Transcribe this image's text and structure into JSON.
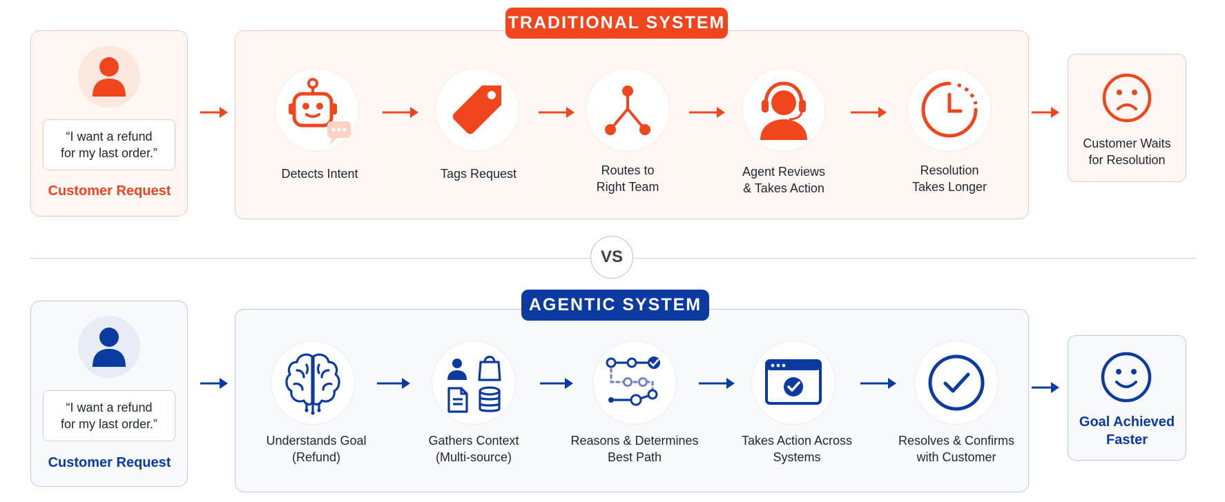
{
  "traditional": {
    "title": "TRADITIONAL SYSTEM",
    "request": {
      "quote_line1": "“I want a refund",
      "quote_line2": "for my last order.”",
      "label": "Customer Request"
    },
    "steps": [
      {
        "icon": "robot-chat-icon",
        "line1": "Detects Intent",
        "line2": ""
      },
      {
        "icon": "tag-icon",
        "line1": "Tags Request",
        "line2": ""
      },
      {
        "icon": "routing-fork-icon",
        "line1": "Routes to",
        "line2": "Right Team"
      },
      {
        "icon": "headset-agent-icon",
        "line1": "Agent Reviews",
        "line2": "& Takes Action"
      },
      {
        "icon": "clock-icon",
        "line1": "Resolution",
        "line2": "Takes Longer"
      }
    ],
    "outcome": {
      "icon": "sad-face-icon",
      "line1": "Customer Waits",
      "line2": "for Resolution"
    },
    "accent": "#f1451d"
  },
  "vs_label": "VS",
  "agentic": {
    "title": "AGENTIC SYSTEM",
    "request": {
      "quote_line1": "“I want a refund",
      "quote_line2": "for my last order.”",
      "label": "Customer Request"
    },
    "steps": [
      {
        "icon": "brain-icon",
        "line1": "Understands Goal",
        "line2": "(Refund)"
      },
      {
        "icon": "multi-source-icon",
        "line1": "Gathers Context",
        "line2": "(Multi-source)"
      },
      {
        "icon": "path-network-icon",
        "line1": "Reasons & Determines",
        "line2": "Best Path"
      },
      {
        "icon": "browser-check-icon",
        "line1": "Takes Action Across",
        "line2": "Systems"
      },
      {
        "icon": "check-circle-icon",
        "line1": "Resolves & Confirms",
        "line2": "with Customer"
      }
    ],
    "outcome": {
      "icon": "happy-face-icon",
      "line1": "Goal Achieved",
      "line2": "Faster"
    },
    "accent": "#0b3aa1"
  }
}
